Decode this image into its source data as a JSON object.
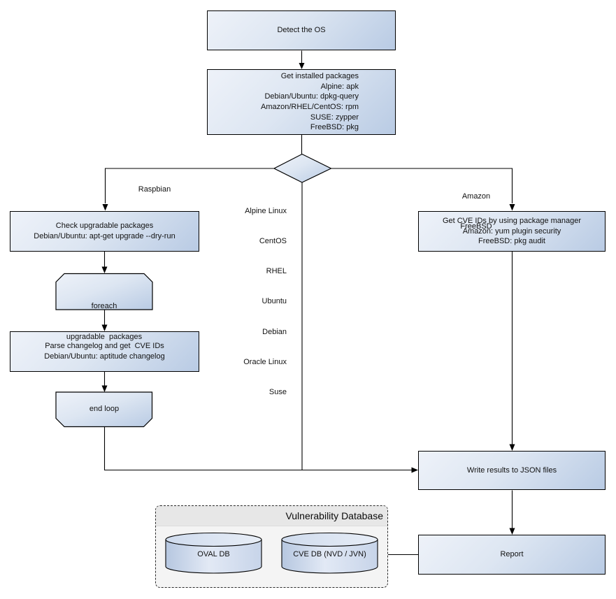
{
  "nodes": {
    "detect_os": {
      "label": "Detect the OS"
    },
    "get_installed_packages": {
      "lines": [
        "Get installed packages",
        "Alpine: apk",
        "Debian/Ubuntu: dpkg-query",
        "Amazon/RHEL/CentOS: rpm",
        "SUSE: zypper",
        "FreeBSD: pkg"
      ]
    },
    "check_upgradable_packages": {
      "lines": [
        "Check upgradable packages",
        "Debian/Ubuntu: apt-get upgrade --dry-run"
      ]
    },
    "foreach_loop_start": {
      "lines": [
        "foreach",
        "upgradable  packages"
      ]
    },
    "parse_changelog": {
      "lines": [
        "Parse changelog and get  CVE IDs",
        "Debian/Ubuntu: aptitude changelog"
      ]
    },
    "end_loop": {
      "label": "end loop"
    },
    "get_cve_ids_pkg_manager": {
      "lines": [
        "Get CVE IDs by using package manager",
        "Amazon: yum plugin security",
        "FreeBSD: pkg audit"
      ]
    },
    "write_results": {
      "label": "Write results to JSON files"
    },
    "report": {
      "label": "Report"
    }
  },
  "edge_labels": {
    "left_branch": "Raspbian",
    "middle_branch": [
      "Alpine Linux",
      "CentOS",
      "RHEL",
      "Ubuntu",
      "Debian",
      "Oracle Linux",
      "Suse"
    ],
    "right_branch": [
      "Amazon",
      "FreeBSD"
    ]
  },
  "vulnerability_database": {
    "title": "Vulnerability Database",
    "oval_db": "OVAL DB",
    "cve_db": "CVE DB (NVD / JVN)"
  },
  "colors": {
    "node_fill_light": "#eef2f9",
    "node_fill_dark": "#b9cbe4",
    "node_border": "#000000",
    "db_panel_bg": "#f4f4f4",
    "db_panel_header_bg": "#e7e7e7",
    "connector": "#000000"
  }
}
